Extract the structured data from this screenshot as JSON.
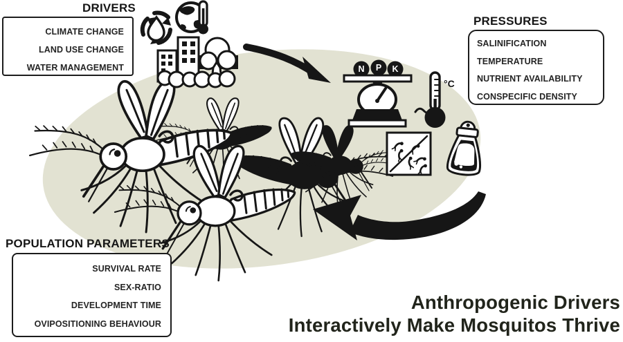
{
  "figure": {
    "caption_line1": "Anthropogenic Drivers",
    "caption_line2": "Interactively Make Mosquitos Thrive"
  },
  "drivers": {
    "title": "DRIVERS",
    "items": [
      "CLIMATE CHANGE",
      "LAND USE CHANGE",
      "WATER MANAGEMENT"
    ]
  },
  "pressures": {
    "title": "PRESSURES",
    "items": [
      "SALINIFICATION",
      "TEMPERATURE",
      "NUTRIENT AVAILABILITY",
      "CONSPECIFIC DENSITY"
    ]
  },
  "population_parameters": {
    "title": "POPULATION PARAMETERS",
    "items": [
      "SURVIVAL RATE",
      "SEX-RATIO",
      "DEVELOPMENT TIME",
      "OVIPOSITIONING BEHAVIOUR"
    ]
  },
  "icons": {
    "npk_scale": {
      "labels": [
        "N",
        "P",
        "K"
      ]
    },
    "thermometer": {
      "unit": "°C"
    }
  },
  "colors": {
    "background": "#ffffff",
    "ellipse": "#e2e2d2",
    "ink": "#161616",
    "caption": "#21241b"
  }
}
